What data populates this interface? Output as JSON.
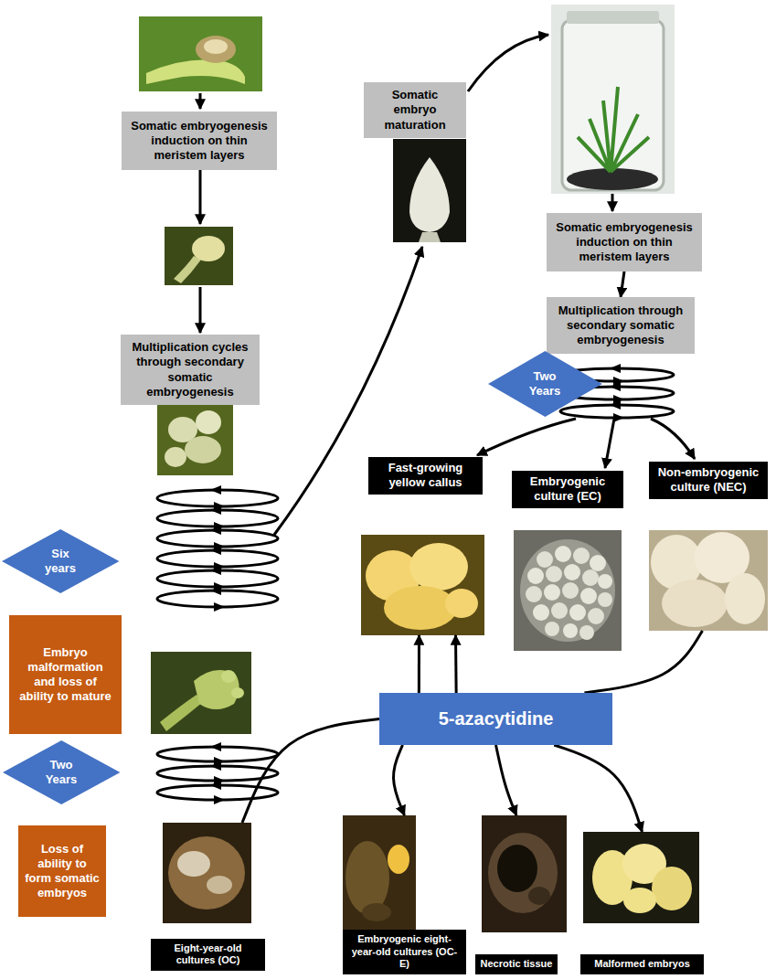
{
  "diagram": {
    "nodes": [
      {
        "text": [
          "Somatic embryogenesis induction on thin meristem layers"
        ]
      },
      {
        "text": [
          "Multiplication cycles through secondary somatic embryogenesis"
        ]
      },
      {
        "text": [
          "Six years"
        ]
      },
      {
        "text": [
          "Embryo malformation and loss of ability to mature"
        ]
      },
      {
        "text": [
          "Two Years"
        ]
      },
      {
        "text": [
          "Loss of ability to form somatic embryos"
        ]
      },
      {
        "text": [
          "Eight-year-old cultures (OC)"
        ]
      },
      {
        "text": [
          "Somatic embryo maturation"
        ]
      },
      {
        "text": [
          "Somatic embryogenesis induction on thin meristem layers"
        ]
      },
      {
        "text": [
          "Multiplication through secondary somatic embryogenesis"
        ]
      },
      {
        "text": [
          "Two Years"
        ]
      },
      {
        "text": [
          "Fast-growing yellow callus"
        ]
      },
      {
        "text": [
          "Embryogenic culture (EC)"
        ]
      },
      {
        "text": [
          "Non-embryogenic culture (NEC)"
        ]
      },
      {
        "text": [
          "5-azacytidine"
        ]
      },
      {
        "text": [
          "Embryogenic eight-year-old cultures (OC-E)"
        ]
      },
      {
        "text": [
          "Necrotic tissue"
        ]
      },
      {
        "text": [
          "Malformed embryos"
        ]
      }
    ],
    "edges": [
      {
        "from": 8,
        "to": 9,
        "arrow": "to"
      },
      {
        "from": 13,
        "to": 14,
        "arrow": "none"
      },
      {
        "from": 6,
        "to": 14,
        "arrow": "none"
      },
      {
        "from": 14,
        "to": 11,
        "arrow": "to"
      },
      {
        "from": 14,
        "to": 11,
        "arrow": "to"
      },
      {
        "from": 14,
        "to": 15,
        "arrow": "to"
      },
      {
        "from": 14,
        "to": 16,
        "arrow": "to"
      },
      {
        "from": 14,
        "to": 17,
        "arrow": "to"
      }
    ]
  }
}
